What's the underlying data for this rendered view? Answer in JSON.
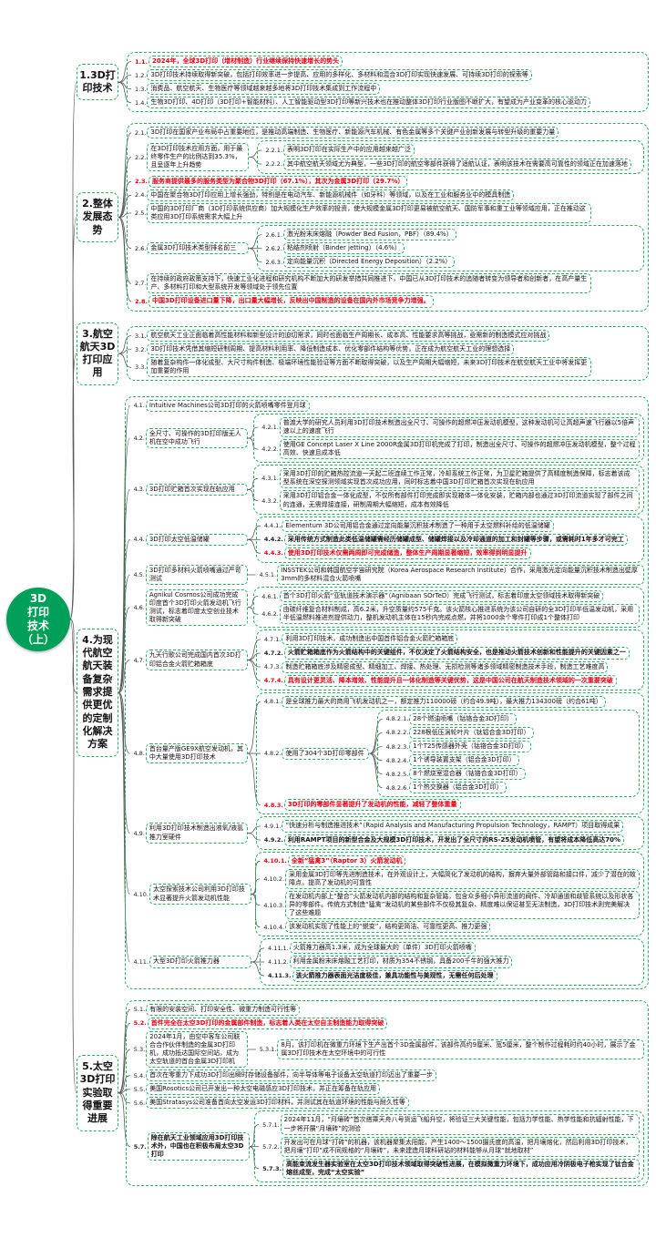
{
  "root": {
    "label": "3D\n打印\n技术\n（上）"
  },
  "colors": {
    "accent": "#00a05a",
    "node_border": "#27b15e",
    "emphasis_red": "#e60012",
    "wire": "#4a4a4a"
  },
  "branches": [
    {
      "label": "1.3D打印技术",
      "children": [
        {
          "num": "1.1.",
          "c": "red bold",
          "text": "2024年，全球3D打印（增材制造）行业继续保持快速增长的势头"
        },
        {
          "num": "1.2.",
          "text": "3D打印技术持续取得新突破，包括打印效率进一步提高、应用的多样化、多材料和混合3D打印实现快速发展、可持续3D打印的探索等"
        },
        {
          "num": "1.3.",
          "text": "消费品、航空航天、生物医疗等领域越来越多地将3D打印技术集成到工作流程中"
        },
        {
          "num": "1.4.",
          "text": "生物3D打印、4D打印（3D打印+智能材料）、人工智能驱动型3D打印等新兴技术也在推动整体3D打印行业版图不断扩大，有望成为产业变革的核心驱动力"
        }
      ]
    },
    {
      "label": "2.整体发展态势",
      "children": [
        {
          "num": "2.1.",
          "text": "3D打印在国家产业布局中占重要地位，是推动高端制造、生物医疗、新能源汽车机械、有色金属等多个关键产业创新发展与转型升级的重要力量"
        },
        {
          "num": "2.2.",
          "text": "在3D打印技术应用方面，用于最终零件生产的比例达到35.3%，且呈逐年上升趋势",
          "children": [
            {
              "num": "2.2.1.",
              "text": "表明3D打印在实际生产中的应用越来越广泛"
            },
            {
              "num": "2.2.2.",
              "text": "其中航空航天领域尤为典型，一些3D打印的航空零部件获得了适航认证，表明该技术在需要高可靠性的领域正在加速落地"
            }
          ]
        },
        {
          "num": "2.3.",
          "c": "red bold",
          "text": "服务商提供最多的服务类型为聚合物3D打印（67.1%），其次为金属3D打印（29.7%）"
        },
        {
          "num": "2.4.",
          "text": "中国在聚合物3D打印应用上增长强劲，特别是在电动汽车、新能源机械件（如牙科）等领域，以及在工业和服务业中的模具制造"
        },
        {
          "num": "2.5.",
          "text": "中国的3D打印厂商（3D打印系统供应商）加大规模化生产效率的投资，使大规模金属3D打印更易被航空航天、国防军事和重工业等领域应用，正在推动这类应用3D打印系统需求大幅上升"
        },
        {
          "num": "2.6.",
          "text": "金属3D打印技术类型排名前三",
          "children": [
            {
              "num": "2.6.1.",
              "text": "激光粉末床熔融（Powder Bed Fusion，PBF）（89.4%）"
            },
            {
              "num": "2.6.2.",
              "text": "粘结剂喷射（Binder jetting）（4.6%）"
            },
            {
              "num": "2.6.3.",
              "text": "定向能量沉积（Directed Energy Deposition）（2.2%）"
            }
          ]
        },
        {
          "num": "2.7.",
          "text": "在持续的政府政策支持下，快速工业化进程和研究机构不断加大的研发举措共同推进下，中国已从3D打印技术的追随者转变为领导者和创新者，在高产量生产、多材料打印和大型系统开发等领域处于领先位置"
        },
        {
          "num": "2.8.",
          "c": "red bold",
          "text": "中国3D打印设备进口量下降，出口量大幅增长，反映出中国制造的设备在国内外市场竞争力增强。"
        }
      ]
    },
    {
      "label": "3.航空航天3D打印应用",
      "children": [
        {
          "num": "3.1.",
          "text": "航空航天工业正面临着高性能材料和新型设计的迫切需求，同时也面临生产周期长、成本高、性能要求高等挑战，亟需新的制造模式应对挑战"
        },
        {
          "num": "3.2.",
          "text": "3D打印技术凭借其缩短研制周期、提高材料利用率、降低制造成本、优化零部件结构等优势，正在成为航空航天工业的理想选择"
        },
        {
          "num": "3.3.",
          "text": "随着复杂构件一体化成型、大尺寸构件制造、极端环境性能验证等方面不断取得突破，以及生产周期大幅缩短，未来3D打印技术在航空航天工业中将发挥更加重要的作用"
        }
      ]
    },
    {
      "label": "4.为现代航空航天装备复杂需求提供更优的定制化解决方案",
      "children": [
        {
          "num": "4.1.",
          "text": "Intuitive Machines公司3D打印的火箭喷嘴零件登月球"
        },
        {
          "num": "4.2.",
          "text": "全尺寸、可操作的3D打印版无人机在空中成功飞行",
          "children": [
            {
              "num": "4.2.1.",
              "text": "普渡大学的研究人员利用3D打印技术制造出全尺寸、可操作的超燃冲压发动机模型，这种发动机可让高超声速飞行器以5倍声速以上的速度飞行"
            },
            {
              "num": "4.2.2.",
              "text": "使用GE Concept Laser X Line 2000R金属3D打印机完成了打印，制造出全尺寸、可操作的超燃冲压发动机模型，整个过程高效、快速且成本低"
            }
          ]
        },
        {
          "num": "4.3.",
          "text": "3D打印贮箱首次实现在轨应用",
          "children": [
            {
              "num": "4.3.1.",
              "text": "采用3D打印的贮箱热控流道一天起二班连续工作正常，冷却系统工作正常，为卫星贮箱提供了高精度制造保障，标志着该成型系统在深空探测领域实现首次成功应用，同时标志着中国3D打印贮箱首次实现在轨应用"
            },
            {
              "num": "4.3.2.",
              "text": "采用3D打印铝合金一体化成型，不仅所有部件打印完成即实现箱体一体化安装，贮箱内部也通过3D打印流道实现了部件之间的连通，无需焊接连接，研制周期大幅缩短，成本有效降低"
            }
          ]
        },
        {
          "num": "4.4.",
          "text": "3D打印太空低温储罐",
          "children": [
            {
              "num": "4.4.1.",
              "text": "Elementum 3D公司用铝合金通过定向能量沉积技术制造了一种用于太空燃料补给的低温储罐"
            },
            {
              "num": "4.4.2.",
              "c": "bold",
              "text": "采用传统方式制造此类低温储罐需经历储罐成型、储罐焊接以及冷却通道的加工和封罐等步骤，或需耗时1年多才可完工"
            },
            {
              "num": "4.4.3.",
              "c": "red bold",
              "text": "使用3D打印技术仅需两周即可完成储造，整体生产周期显著缩短，效率得到明显提升"
            }
          ]
        },
        {
          "num": "4.5.",
          "text": "3D打印多材料火箭喷嘴通过严苛测试",
          "children": [
            {
              "num": "4.5.1.",
              "text": "INSSTEK公司和韩国航空宇宙研究院（Korea Aerospace Research Institute）合作，采用激光定向能量沉积技术制造出壁厚3mm的多材料混合火箭喷嘴"
            }
          ]
        },
        {
          "num": "4.6.",
          "text": "Agnikul Cosmos公司成功完成印度首个3D打印火箭发动机飞行测试，标志着印度太空创业技术取得新突破",
          "children": [
            {
              "num": "4.6.1.",
              "text": "首个3D打印火箭“亚轨道技术演示器”（Agnibaan SOrTeD）完成飞行测试，标志着印度太空领域技术取得新突破"
            },
            {
              "num": "4.6.2.",
              "text": "由碳纤维复合材料制成，高6.2米，升空质量约575千克。该火箭核心推进系统为该公司自研的全3D打印半低温发动机，采用半低温燃料推进剂提供动力，整机发动机主体在15秒内完成点燃，并将1000余个零件打印成1个整体打印"
            }
          ]
        },
        {
          "num": "4.7.",
          "text": "九天行歌公司完成国内首次3D打印铝合金火箭贮箱箱底",
          "children": [
            {
              "num": "4.7.1.",
              "text": "利用3D打印技术，成功制造出中国首件铝合金火箭贮箱箱底"
            },
            {
              "num": "4.7.2.",
              "c": "bold",
              "text": "火箭贮箱箱底作为火箭结构中的关键组件，不仅决定了火箭结构安全，也是推动火箭技术创新和性能提升的关键因素之一"
            },
            {
              "num": "4.7.3.",
              "text": "制造贮箱箱底涉及精密成型、精细加工、焊接、热处理、无损检测等诸多领域精密制造技术手段，制造工艺难度高"
            },
            {
              "num": "4.7.4.",
              "c": "red bold",
              "text": "具有设计更灵活、降本增效、性能提升且一体化制造等关键优势，这是中国公司在航天制造技术领域的一次重要突破"
            }
          ]
        },
        {
          "num": "4.8.",
          "text": "首台量产版GE9X航空发动机，其中大量使用3D打印技术",
          "children": [
            {
              "num": "4.8.1.",
              "text": "是全球推力最大的商用飞机发动机之一，额定推力110000磅（约合49.9吨），最大推力134300磅（约合61吨）"
            },
            {
              "num": "4.8.2.",
              "text": "使用了304个3D打印零部件",
              "children": [
                {
                  "num": "4.8.2.1.",
                  "text": "28个燃油喷嘴（钴铬合金3D打印）"
                },
                {
                  "num": "4.8.2.2.",
                  "text": "228根低压涡轮叶片（钛铝合金3D打印）"
                },
                {
                  "num": "4.8.2.3.",
                  "text": "1个T25传感器外壳（钴铬合金3D打印）"
                },
                {
                  "num": "4.8.2.4.",
                  "text": "1个诱导装置支架（铝合金3D打印）"
                },
                {
                  "num": "4.8.2.5.",
                  "text": "8个燃烧室混合器（钴铬合金3D打印）"
                },
                {
                  "num": "4.8.2.6.",
                  "text": "1个热交换器（铝合金3D打印）"
                }
              ]
            },
            {
              "num": "4.8.3.",
              "c": "red bold",
              "text": "3D打印的零部件显著提升了发动机的性能，减轻了整体重量"
            }
          ]
        },
        {
          "num": "4.9.",
          "text": "利用3D打印技术制造出液氧/液氢推力室硬件",
          "children": [
            {
              "num": "4.9.1.",
              "text": "“快速分析与制造推进技术”（Rapid Analysis and Manufacturing Propulsion Technology，RAMPT）项目取得成果"
            },
            {
              "num": "4.9.2.",
              "c": "bold",
              "text": "利用RAMPT项目的新型合金及大规模3D打印技术，开发出了全尺寸的RS-25发动机喷管，有望将成本降低高达70%"
            }
          ]
        },
        {
          "num": "4.10.",
          "text": "太空探索技术公司利用3D打印技术显著提升火箭发动机性能",
          "children": [
            {
              "num": "4.10.1.",
              "c": "red bold",
              "text": "全新“猛禽3”（Raptor 3）火箭发动机"
            },
            {
              "num": "4.10.2.",
              "text": "采用金属3D打印等先进制造技术，在外观设计上，大幅简化了发动机的结构，摒弃大量外部管路和接口件，减少了潜在的故障点，提高了发动机的可靠性"
            },
            {
              "num": "4.10.3.",
              "text": "在发动机内部上“整合”火箭发动机内部的结构和复杂管路，包含众多细小异形流道的阀件、冷却通道和歧管系统以及形状各异的零部件。传统方式制造“猛禽”发动机的某些部件不仅极其复杂、精度难以保证甚至无法制造，3D打印技术则完美解决了这些难题"
            },
            {
              "num": "4.10.4.",
              "text": "该发动机实现了性能上的“蜕变”，结构更简洁、可靠性更高、推力更强"
            }
          ]
        },
        {
          "num": "4.11.",
          "text": "大型3D打印火箭推力器",
          "children": [
            {
              "num": "4.11.1.",
              "text": "火箭推力器高1.3米，成为全球最大的（单件）3D打印火箭喷嘴"
            },
            {
              "num": "4.11.2.",
              "text": "利用金属粉末床熔融工艺打印，材质为354不锈钢，具备200千牛的强大推力"
            },
            {
              "num": "4.11.3.",
              "c": "bold",
              "text": "该火箭推力器表面光洁度极佳，兼具功能性与美观性，无需任何后处理"
            }
          ]
        }
      ]
    },
    {
      "label": "5.太空3D打印实验取得重要进展",
      "children": [
        {
          "num": "5.1.",
          "text": "有限的安装空间、打印安全性、微重力制造可行性等"
        },
        {
          "num": "5.2.",
          "c": "red bold",
          "text": "首件完全在太空3D打印的金属部件制造，标志着人类在太空自主制造能力取得突破"
        },
        {
          "num": "5.3.",
          "text": "2024年1月，由空中客车公司联合合作伙伴制造的金属3D打印机，成功抵达国际空间站，成为太空轨道的首台金属3D打印机",
          "children": [
            {
              "num": "5.3.1.",
              "text": "8月，该打印机在微重力环境下生产出首个3D金属部件，该部件高约9厘米、宽5厘米，整个制作过程耗时约40小时，展示了金属3D打印技术在太空环境中的可行性"
            }
          ]
        },
        {
          "num": "5.4.",
          "text": "首次在零重力下成功3D打印出瞬时存储设备部件，向半导体等电子设备太空轨道打印迈出了重要一步"
        },
        {
          "num": "5.5.",
          "text": "美国Rosotics公司已开发出一种太空电磁感应3D打印技术，并正在筹备在轨应用"
        },
        {
          "num": "5.6.",
          "text": "美国Stratasys公司准备首向太空发运3D打印材料，并测试其在轨道环境的性能与耐久性等"
        },
        {
          "num": "5.7.",
          "c": "bold",
          "text": "除在航天工业领域应用3D打印技术外，中国也在积极布局太空3D打印",
          "children": [
            {
              "num": "5.7.1.",
              "text": "2024年11月，“月壤砖”首次搭乘天舟八号货运飞船升空，将验证三大关键性能，包括力学性能、热学性能和抗辐射性能，下一步将开展“月壤砖”的测验"
            },
            {
              "num": "5.7.2.",
              "text": "开发出可在月球“打砖”的机器，该机器聚集太阳能，产生1400～1500摄氏度的高温，把月壤熔化，然后利用3D打印技术，把月壤“打印”成不同规格的“月壤砖”，未来建造月球科研站的材料能够从月球“就地取材”"
            },
            {
              "num": "5.7.3.",
              "c": "bold",
              "text": "高能束流发生器实验室在太空3D打印技术领域取得突破性进展，在模拟微重力环境下，成功应用冷阴极电子枪实现了钛合金熔丝成型，完成“太空实验”"
            }
          ]
        }
      ]
    }
  ]
}
